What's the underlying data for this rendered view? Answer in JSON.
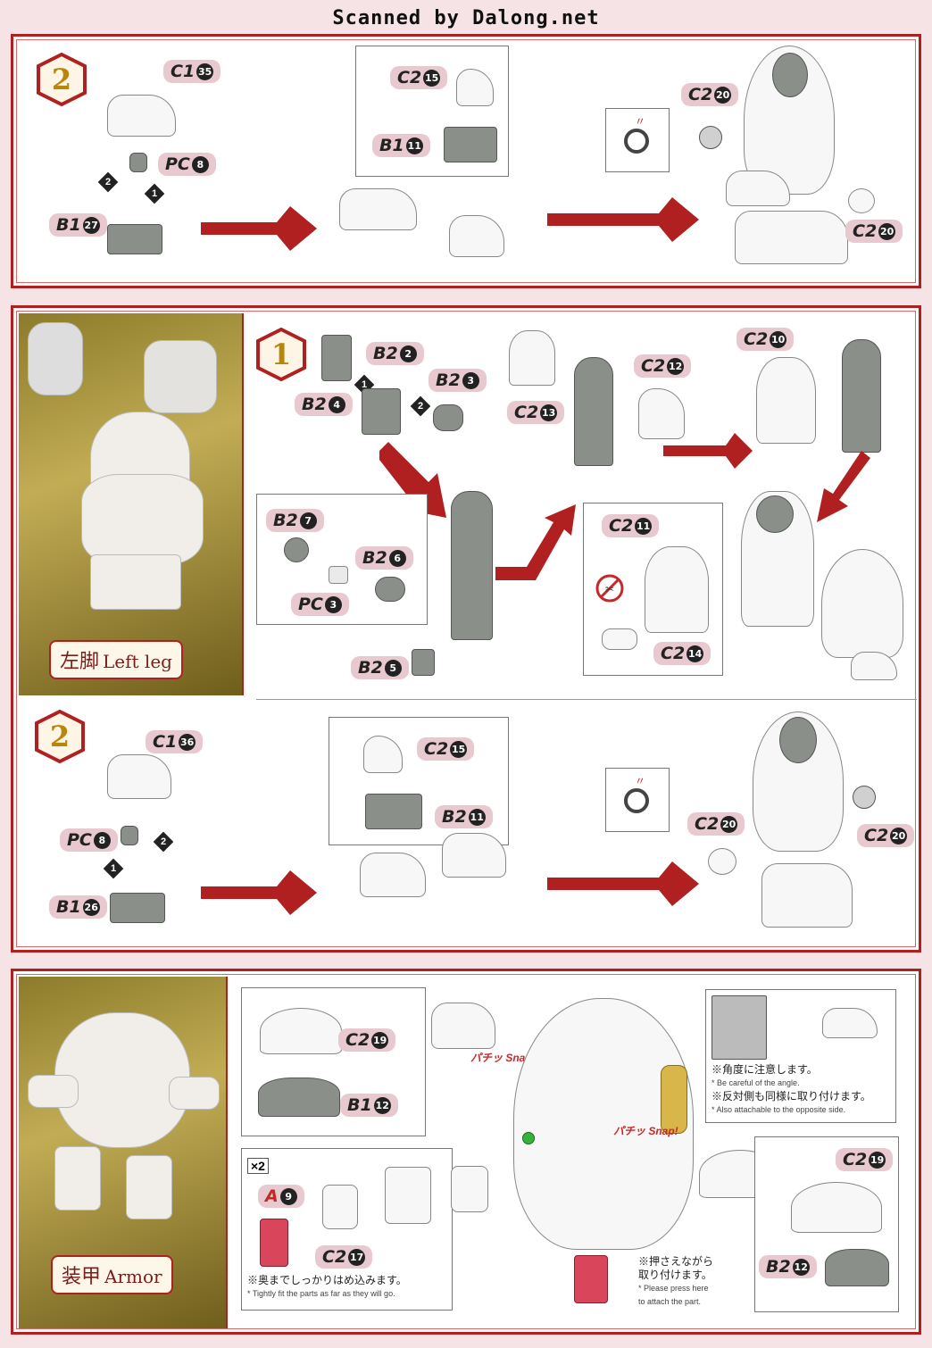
{
  "header": {
    "scan_credit": "Scanned by Dalong.net"
  },
  "sections": {
    "top": {
      "step": "2",
      "labels": {
        "c1_35": {
          "part": "C1",
          "num": "35"
        },
        "pc_8": {
          "part": "PC",
          "num": "8"
        },
        "b1_27": {
          "part": "B1",
          "num": "27"
        },
        "c2_15": {
          "part": "C2",
          "num": "15"
        },
        "b1_11": {
          "part": "B1",
          "num": "11"
        },
        "c2_20a": {
          "part": "C2",
          "num": "20"
        },
        "c2_20b": {
          "part": "C2",
          "num": "20"
        }
      }
    },
    "left_leg": {
      "title_jp": "左脚",
      "title_en": "Left leg",
      "step1": "1",
      "labels": {
        "b2_2": {
          "part": "B2",
          "num": "2"
        },
        "b2_3": {
          "part": "B2",
          "num": "3"
        },
        "b2_4": {
          "part": "B2",
          "num": "4"
        },
        "c2_13": {
          "part": "C2",
          "num": "13"
        },
        "c2_12": {
          "part": "C2",
          "num": "12"
        },
        "c2_10": {
          "part": "C2",
          "num": "10"
        },
        "b2_7": {
          "part": "B2",
          "num": "7"
        },
        "b2_6": {
          "part": "B2",
          "num": "6"
        },
        "pc_3": {
          "part": "PC",
          "num": "3"
        },
        "b2_5": {
          "part": "B2",
          "num": "5"
        },
        "c2_11": {
          "part": "C2",
          "num": "11"
        },
        "c2_14": {
          "part": "C2",
          "num": "14"
        }
      },
      "step2": "2",
      "labels2": {
        "c1_36": {
          "part": "C1",
          "num": "36"
        },
        "c2_15": {
          "part": "C2",
          "num": "15"
        },
        "pc_8": {
          "part": "PC",
          "num": "8"
        },
        "b2_11": {
          "part": "B2",
          "num": "11"
        },
        "b1_26": {
          "part": "B1",
          "num": "26"
        },
        "c2_20a": {
          "part": "C2",
          "num": "20"
        },
        "c2_20b": {
          "part": "C2",
          "num": "20"
        }
      }
    },
    "armor": {
      "title_jp": "装甲",
      "title_en": "Armor",
      "labels": {
        "c2_19a": {
          "part": "C2",
          "num": "19"
        },
        "b1_12": {
          "part": "B1",
          "num": "12"
        },
        "a_9": {
          "part": "A",
          "num": "9"
        },
        "c2_17": {
          "part": "C2",
          "num": "17"
        },
        "c2_19b": {
          "part": "C2",
          "num": "19"
        },
        "b2_12": {
          "part": "B2",
          "num": "12"
        }
      },
      "x2": "×2",
      "snap1": "パチッ Snap!",
      "snap2": "パチッ Snap!",
      "notes": {
        "angle_jp": "※角度に注意します。",
        "angle_en": "* Be careful of the angle.",
        "opposite_jp": "※反対側も同様に取り付けます。",
        "opposite_en": "* Also attachable to the opposite side.",
        "tight_jp": "※奥までしっかりはめ込みます。",
        "tight_en": "* Tightly fit the parts as far as they will go.",
        "press_jp_1": "※押さえながら",
        "press_jp_2": "取り付けます。",
        "press_en_1": "* Please press here",
        "press_en_2": "to attach the part."
      }
    }
  },
  "colors": {
    "frame_red": "#b02020",
    "label_pink": "#e8c9cf",
    "gold": "#b8860b"
  }
}
